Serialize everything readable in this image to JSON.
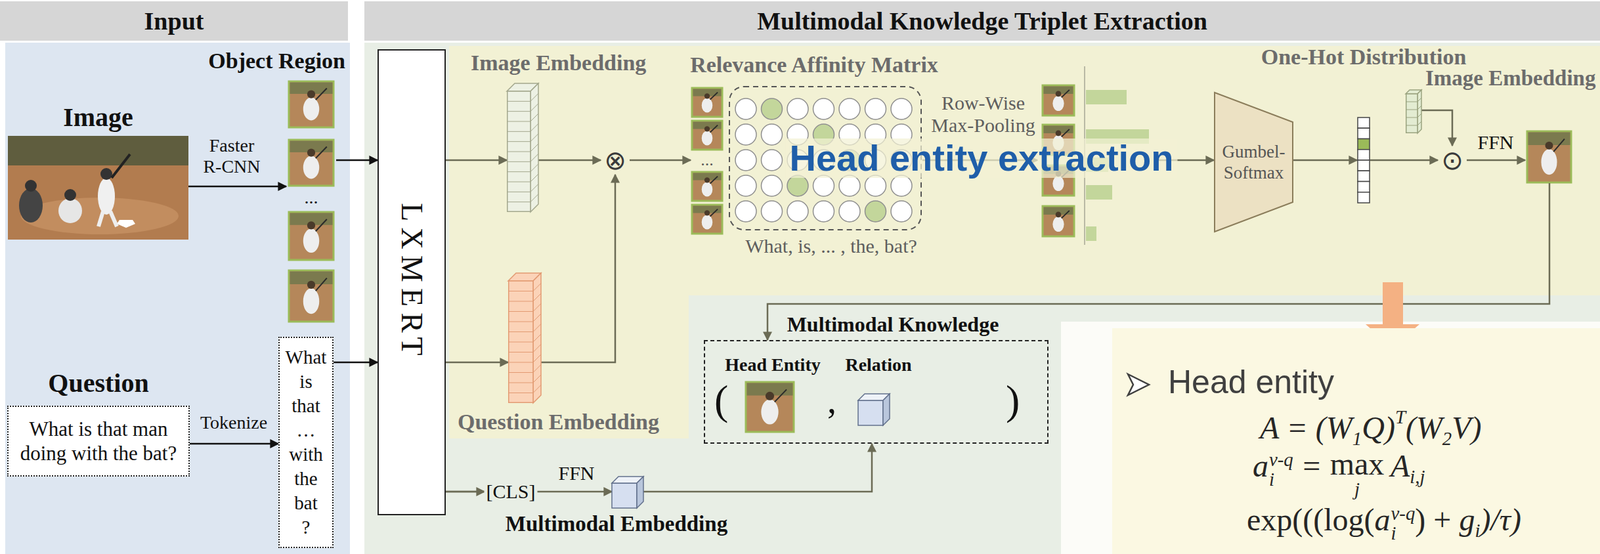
{
  "diagram": {
    "nodes": [
      {
        "text": [
          "Input"
        ]
      },
      {
        "text": [
          "Multimodal Knowledge Triplet Extraction"
        ]
      },
      {
        "text": [
          "Image"
        ]
      },
      {
        "text": [
          "Object Region",
          "..."
        ]
      },
      {
        "text": [
          "Question",
          "What is that man doing with the bat?"
        ]
      },
      {
        "text": [
          "What is that … with the bat ?"
        ]
      },
      {
        "text": [
          "LXMERT"
        ]
      },
      {
        "text": [
          "Image Embedding"
        ]
      },
      {
        "text": [
          "Question Embedding"
        ]
      },
      {
        "text": [
          "⊗"
        ]
      },
      {
        "text": [
          "Relevance Affinity Matrix",
          "...",
          "What, is, ... , the, bat?"
        ]
      },
      {
        "text": [
          "Gumbel-Softmax"
        ]
      },
      {
        "text": [
          "One-Hot Distribution"
        ]
      },
      {
        "text": [
          "Image Embedding"
        ]
      },
      {
        "text": [
          "⊙"
        ]
      },
      {
        "text": [
          "Multimodal Embedding"
        ]
      },
      {
        "text": [
          "Multimodal Knowledge",
          "Head Entity",
          "Relation",
          "(",
          ",",
          ")"
        ]
      },
      {
        "text": [
          "Head entity",
          "A = (W",
          "1",
          "Q)",
          "T",
          "(W",
          "2",
          "V)",
          "a",
          "i",
          "v-q",
          "=",
          "max",
          "j",
          "A",
          "i,j",
          "exp(((log(",
          "a",
          "i",
          "v-q",
          ") +",
          "g",
          "i",
          ")/τ)"
        ]
      }
    ],
    "edges": [
      {
        "from": 2,
        "to": 3,
        "label": "Faster R-CNN",
        "arrow": "to"
      },
      {
        "from": 4,
        "to": 5,
        "label": "Tokenize",
        "arrow": "to"
      },
      {
        "from": 3,
        "to": 6,
        "arrow": "to"
      },
      {
        "from": 5,
        "to": 6,
        "arrow": "to"
      },
      {
        "from": 6,
        "to": 7,
        "arrow": "to"
      },
      {
        "from": 6,
        "to": 8,
        "arrow": "to"
      },
      {
        "from": 7,
        "to": 9,
        "arrow": "to"
      },
      {
        "from": 8,
        "to": 9,
        "arrow": "to"
      },
      {
        "from": 9,
        "to": 10,
        "arrow": "to"
      },
      {
        "from": 11,
        "to": 12,
        "arrow": "to"
      },
      {
        "from": 12,
        "to": 14,
        "arrow": "to"
      },
      {
        "from": 13,
        "to": 14,
        "arrow": "to"
      },
      {
        "from": 6,
        "to": 15,
        "label": "FFN",
        "arrow": "to"
      },
      {
        "from": 15,
        "to": 16,
        "arrow": "to"
      }
    ],
    "labels": [
      "Row-Wise Max-Pooling",
      "Head entity extraction",
      "[CLS]",
      "FFN"
    ]
  }
}
